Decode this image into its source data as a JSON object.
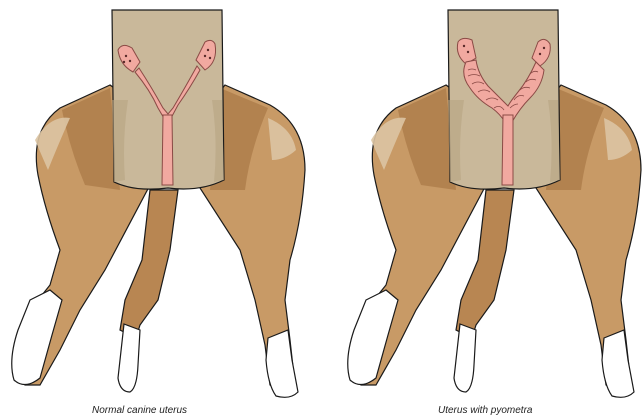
{
  "panels": [
    {
      "caption": "Normal canine uterus",
      "condition": "normal"
    },
    {
      "caption": "Uterus with pyometra",
      "condition": "pyometra"
    }
  ],
  "colors": {
    "background": "#ffffff",
    "coat": "#c89a66",
    "coat_shade": "#ad7c4a",
    "belly": "#c9b89a",
    "highlight": "#dcc4a3",
    "uterus": "#f1a9a0",
    "uterus_outline": "#8a4a45",
    "paw": "#ffffff",
    "outline": "#1a1a1a"
  }
}
